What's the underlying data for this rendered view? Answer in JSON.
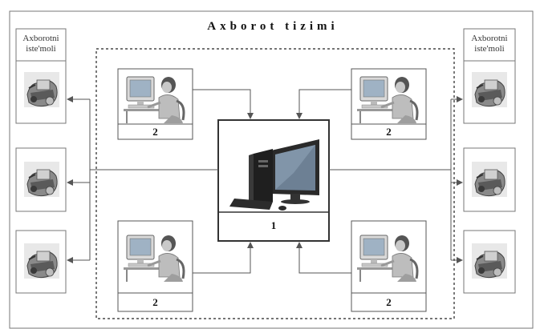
{
  "title": "Axborot tizimi",
  "consumer_label": "Axborotni iste'moli",
  "server_label": "1",
  "workstation_label": "2",
  "colors": {
    "line": "#555555",
    "frame": "#333333",
    "screen": "#9fb2c4",
    "monitor": "#d9d9d9",
    "server_body": "#222222"
  },
  "icons": {
    "workstation": "person-at-computer-icon",
    "server": "desktop-computer-icon",
    "consumer": "user-device-icon"
  }
}
